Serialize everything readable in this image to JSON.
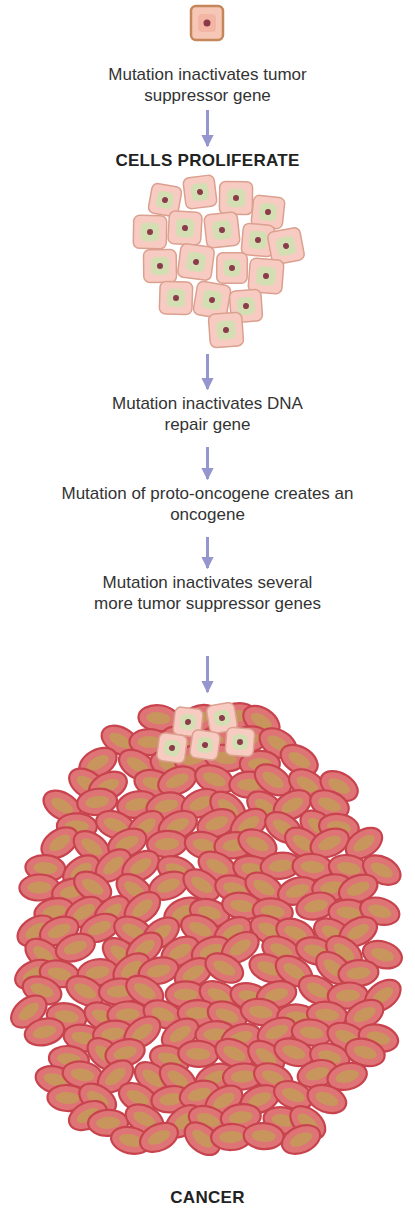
{
  "diagram": {
    "nodes": [
      {
        "text": [
          "Mutation inactivates tumor suppressor gene"
        ]
      },
      {
        "text": [
          "CELLS PROLIFERATE"
        ]
      },
      {
        "text": [
          "Mutation inactivates DNA repair gene"
        ]
      },
      {
        "text": [
          "Mutation of proto-oncogene creates an oncogene"
        ]
      },
      {
        "text": [
          "Mutation inactivates several more tumor suppressor genes"
        ]
      },
      {
        "text": [
          "CANCER"
        ]
      }
    ],
    "edges": [
      {
        "from": 0,
        "to": 1,
        "arrow": "to"
      },
      {
        "from": 1,
        "to": 2,
        "arrow": "to"
      },
      {
        "from": 2,
        "to": 3,
        "arrow": "to"
      },
      {
        "from": 3,
        "to": 4,
        "arrow": "to"
      },
      {
        "from": 4,
        "to": 5,
        "arrow": "to"
      }
    ]
  }
}
